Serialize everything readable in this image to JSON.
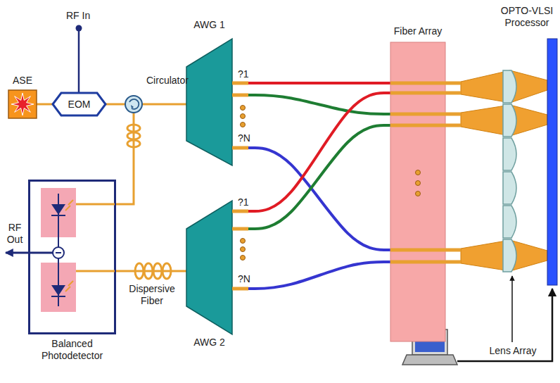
{
  "diagram": {
    "nodes": [
      {
        "text": [
          "ASE"
        ]
      },
      {
        "text": [
          "EOM"
        ]
      },
      {
        "text": [
          "Circulator"
        ]
      },
      {
        "text": [
          "AWG 1"
        ]
      },
      {
        "text": [
          "Balanced Photodetector"
        ]
      },
      {
        "text": [
          "AWG 2"
        ]
      },
      {
        "text": [
          "Fiber Array"
        ]
      },
      {
        "text": [
          "OPTO-VLSI Processor"
        ]
      }
    ],
    "edges": [
      {
        "from": 0,
        "to": 1,
        "arrow": "none"
      },
      {
        "from": 1,
        "to": 2,
        "arrow": "none"
      },
      {
        "from": 2,
        "to": 3,
        "arrow": "none"
      },
      {
        "from": 2,
        "to": 4,
        "arrow": "none"
      },
      {
        "from": 5,
        "to": 4,
        "label": "Dispersive Fiber",
        "arrow": "none"
      },
      {
        "from": 3,
        "to": 6,
        "arrow": "none"
      },
      {
        "from": 3,
        "to": 6,
        "arrow": "none"
      },
      {
        "from": 3,
        "to": 6,
        "arrow": "none"
      },
      {
        "from": 5,
        "to": 6,
        "arrow": "none"
      },
      {
        "from": 5,
        "to": 6,
        "arrow": "none"
      },
      {
        "from": 5,
        "to": 6,
        "arrow": "none"
      }
    ],
    "labels": [
      "RF In",
      "RF Out",
      "?1",
      "?N",
      "?1",
      "?N",
      "Lens Array"
    ]
  }
}
